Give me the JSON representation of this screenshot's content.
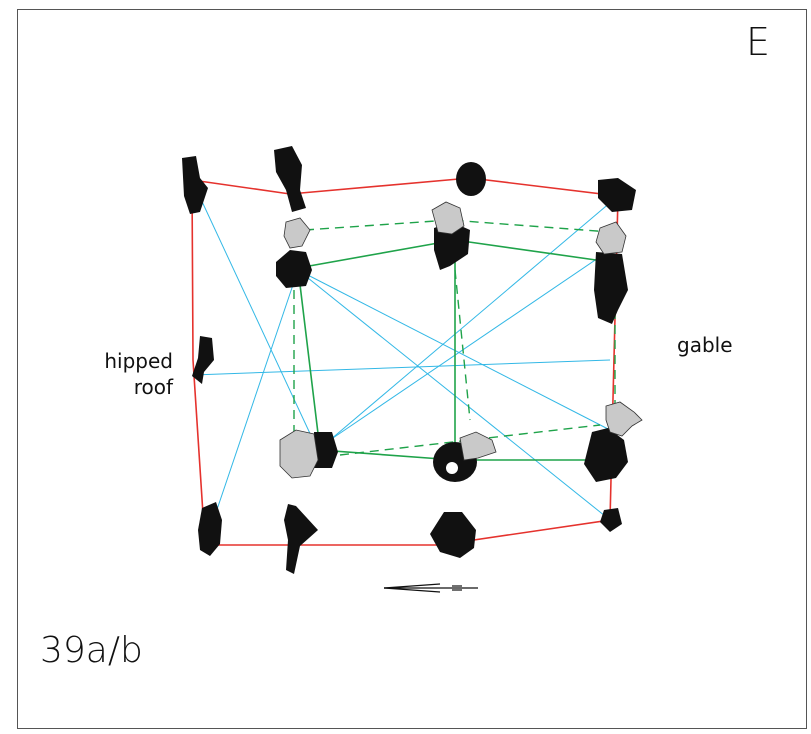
{
  "corner_label": "E",
  "figure_number": "39a/b",
  "left_label": {
    "line1": "hipped",
    "line2": "roof"
  },
  "right_label": "gable",
  "colors": {
    "outline": "#e5322d",
    "inner_frame": "#1fa34a",
    "diagonals": "#33b8e6",
    "post_dark": "#111111",
    "post_light": "#c9c9c9"
  }
}
